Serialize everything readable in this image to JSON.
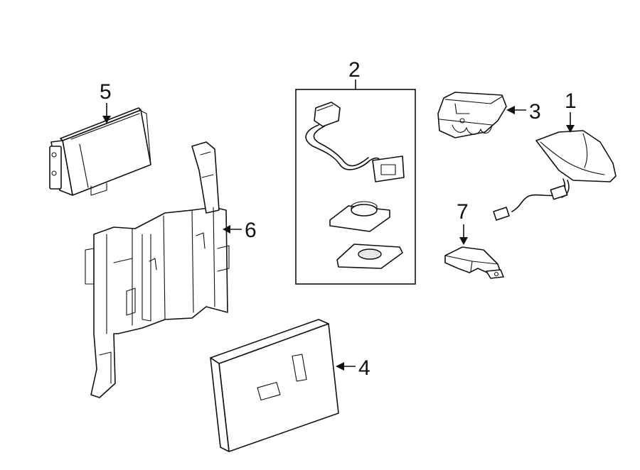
{
  "callouts": {
    "c1": "1",
    "c2": "2",
    "c3": "3",
    "c4": "4",
    "c5": "5",
    "c6": "6",
    "c7": "7"
  },
  "colors": {
    "line": "#111111",
    "background": "#ffffff",
    "shade": "#e9e9e9"
  }
}
